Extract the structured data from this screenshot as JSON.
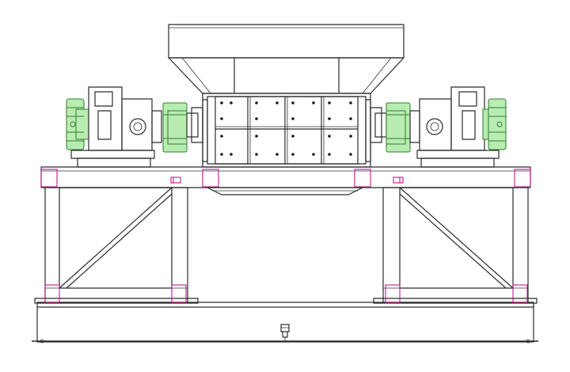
{
  "figure": {
    "background": "#ffffff",
    "line_color": "#2b2b2b",
    "coupling_color": "#b9ecb0",
    "bracing_joint_color": "#c01a8c"
  },
  "components": [
    "feed-hopper",
    "cutting-chamber",
    "left-gearbox",
    "right-gearbox",
    "left-drive-coupling",
    "right-drive-coupling",
    "left-motor-pulley",
    "right-motor-pulley",
    "support-frame",
    "base-skid",
    "drain-valve"
  ]
}
